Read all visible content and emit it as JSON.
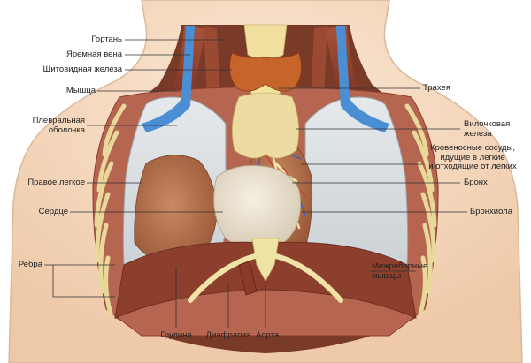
{
  "labels": {
    "gortan": "Гортань",
    "yaremnaya_vena": "Яремная вена",
    "shchitovidnaya": "Щитовидная железа",
    "myshtsa": "Мышца",
    "plevralnaya": "Плевральная\nоболочка",
    "pravoe_legkoe": "Правое легкое",
    "serdtse": "Сердце",
    "rebra": "Ребра",
    "trakheya": "Трахея",
    "vilochkovaya": "Вилочковая\nжелеза",
    "sosudy": "Кровеносные сосуды,\nидущие в легкие\nи отходящие от легких",
    "bronkh": "Бронх",
    "bronkhiola": "Бронхиола",
    "mezhrebernye": "Межреберные\nмышцы",
    "grudina": "Грудина",
    "diafragma": "Диафрагма",
    "aorta": "Аорта"
  },
  "colors": {
    "skin": "#f6dcc4",
    "skin_outline": "#d9b89b",
    "muscle": "#c0634a",
    "lung": "#d9dde0",
    "lung_tissue": "#b5754f",
    "bone": "#efe3a6",
    "vein": "#4a8fd4",
    "thyroid": "#c6642c",
    "trachea": "#f2e3a0",
    "line": "#333333"
  }
}
